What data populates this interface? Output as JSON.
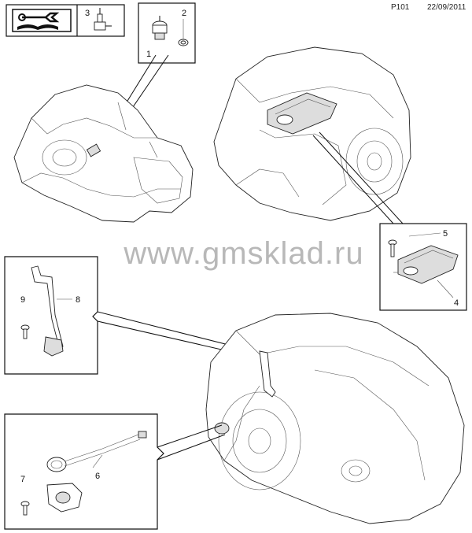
{
  "header": {
    "page_code": "P101",
    "date": "22/09/2011"
  },
  "watermark": {
    "text": "www.gmsklad.ru"
  },
  "manual_symbol": {
    "icon": "wrench-book-icon",
    "callout": "3"
  },
  "callouts": [
    {
      "id": "1",
      "label": "1"
    },
    {
      "id": "2",
      "label": "2"
    },
    {
      "id": "4",
      "label": "4"
    },
    {
      "id": "5",
      "label": "5"
    },
    {
      "id": "6",
      "label": "6"
    },
    {
      "id": "7",
      "label": "7"
    },
    {
      "id": "8",
      "label": "8"
    },
    {
      "id": "9",
      "label": "9"
    }
  ]
}
